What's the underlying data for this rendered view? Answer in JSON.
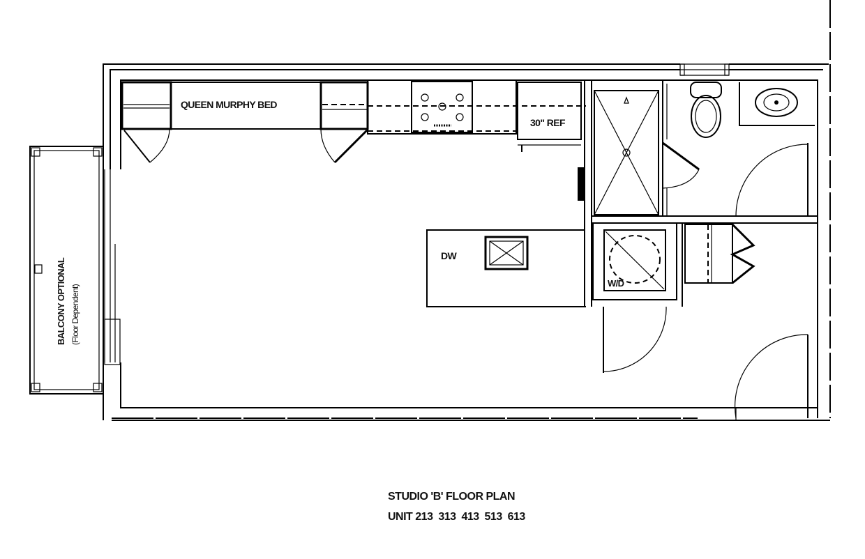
{
  "plan": {
    "title": "STUDIO 'B' FLOOR PLAN",
    "units": "UNIT 213  313  413  513  613"
  },
  "labels": {
    "murphy_bed": "QUEEN MURPHY BED",
    "refrigerator": "30\" REF",
    "dishwasher": "DW",
    "washer_dryer": "W/D",
    "balcony": "BALCONY OPTIONAL",
    "balcony_note": "(Floor Dependent)"
  }
}
